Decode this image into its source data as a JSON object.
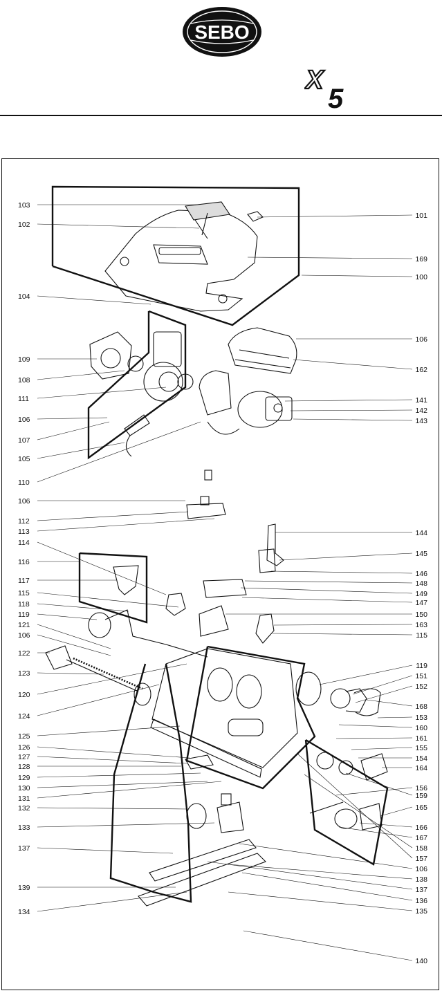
{
  "header": {
    "brand": "SEBO",
    "model_letter": "X",
    "model_number": "5"
  },
  "diagram": {
    "left_callouts": [
      "103",
      "102",
      "104",
      "109",
      "108",
      "111",
      "106",
      "107",
      "105",
      "110",
      "106",
      "112",
      "113",
      "114",
      "116",
      "117",
      "115",
      "118",
      "119",
      "121",
      "106",
      "122",
      "123",
      "120",
      "124",
      "125",
      "126",
      "127",
      "128",
      "129",
      "130",
      "131",
      "132",
      "133",
      "137",
      "139",
      "134"
    ],
    "right_callouts": [
      "101",
      "169",
      "100",
      "106",
      "162",
      "141",
      "142",
      "143",
      "144",
      "145",
      "146",
      "148",
      "149",
      "147",
      "150",
      "163",
      "115",
      "119",
      "151",
      "152",
      "153",
      "168",
      "160",
      "161",
      "155",
      "154",
      "164",
      "159",
      "156",
      "165",
      "166",
      "167",
      "158",
      "157",
      "106",
      "138",
      "137",
      "136",
      "135",
      "140"
    ]
  }
}
